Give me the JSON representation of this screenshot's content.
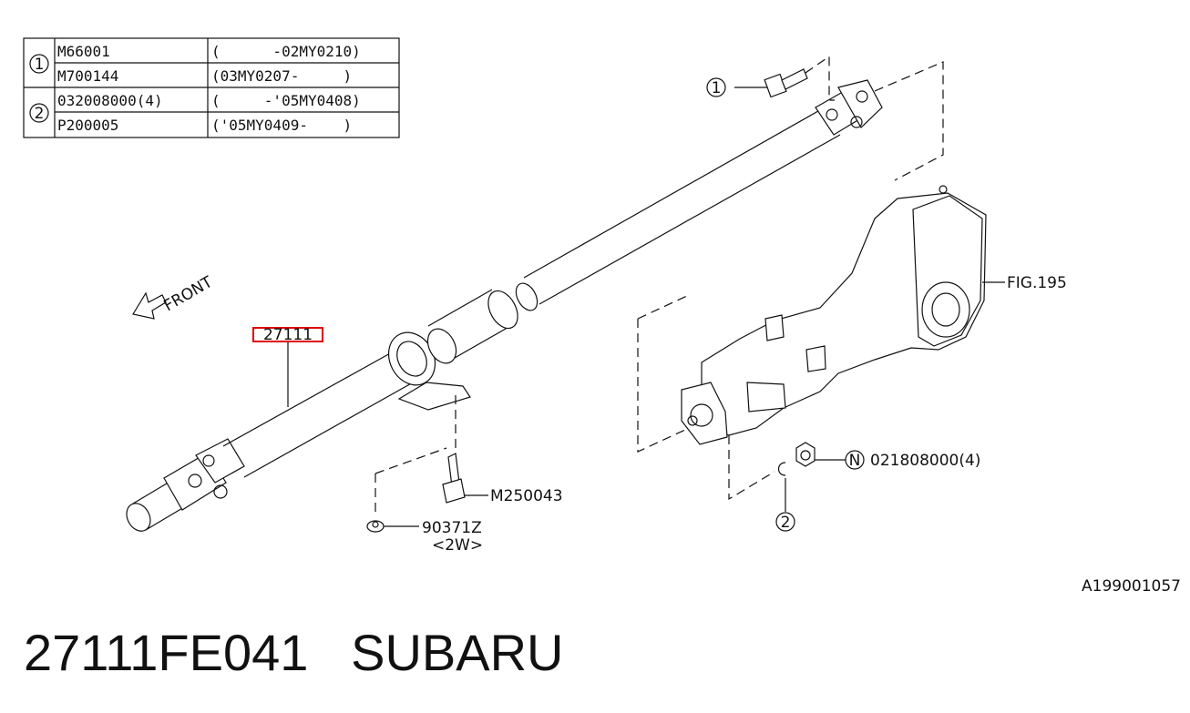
{
  "parts_table": {
    "rows": [
      {
        "group": "1",
        "part": "M66001",
        "range": "(      -02MY0210)"
      },
      {
        "group": "1",
        "part": "M700144",
        "range": "(03MY0207-     )"
      },
      {
        "group": "2",
        "part": "032008000(4)",
        "range": "(     -'05MY0408)"
      },
      {
        "group": "2",
        "part": "P200005",
        "range": "('05MY0409-    )"
      }
    ],
    "group_markers": [
      "1",
      "2"
    ]
  },
  "callouts": {
    "front": "FRONT",
    "main_part": "27111",
    "bolt_marker": "1",
    "clip_marker": "2",
    "fig_ref": "FIG.195",
    "nut_marker": "N",
    "nut_part": "021808000(4)",
    "bolt_part": "M250043",
    "grommet_part": "90371Z",
    "grommet_qty": "<2W>"
  },
  "reference_code": "A199001057",
  "caption": {
    "part_number": "27111FE041",
    "brand": "SUBARU"
  },
  "colors": {
    "highlight": "#e00000",
    "line": "#111111"
  }
}
